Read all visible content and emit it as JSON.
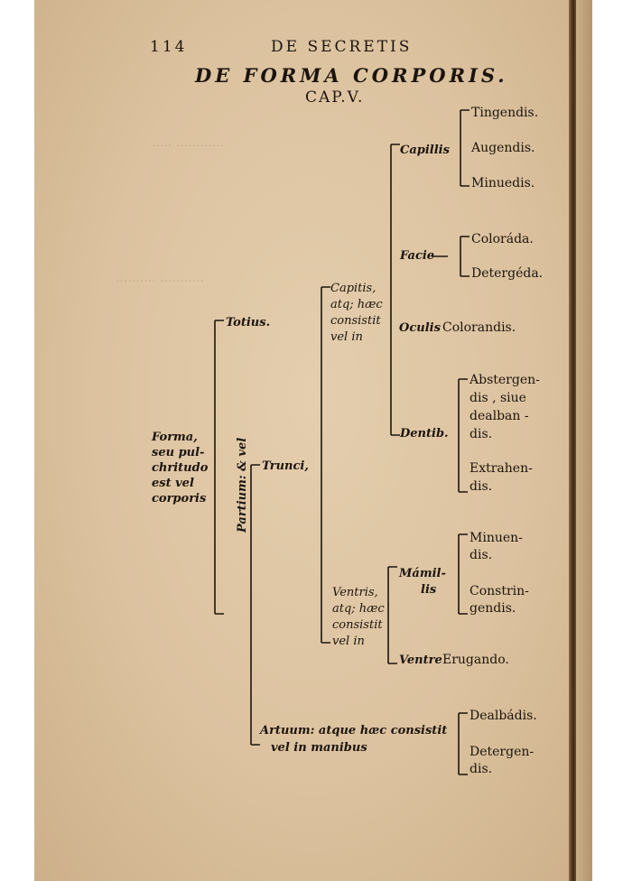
{
  "header": {
    "page_number": "114",
    "running_title": "DE SECRETIS",
    "title": "DE FORMA CORPORIS.",
    "chapter": "CAP.V."
  },
  "tree": {
    "root": [
      "Forma,",
      "seu pul-",
      "chritudo",
      "est vel",
      "corporis"
    ],
    "totius": "Totius.",
    "partium": "Partium: & vel",
    "capitis": [
      "Capitis,",
      "atq; hæc",
      "consistit",
      "vel in"
    ],
    "capilli": "Capillis",
    "capilli_items": [
      "Tingendis.",
      "Augendis.",
      "Minuedis."
    ],
    "facie": "Facie",
    "facie_items": [
      "Coloráda.",
      "Detergéda."
    ],
    "oculis": "Oculis",
    "oculis_item": "Colorandis.",
    "dentibus": "Dentib.",
    "dentibus_items": [
      "Abstergen-",
      "dis , siue",
      "dealban -",
      "dis.",
      "Extrahen-",
      "dis."
    ],
    "trunci": "Trunci,",
    "ventris": [
      "Ventris,",
      "atq; hæc",
      "consistit",
      "vel in"
    ],
    "mamillis": [
      "Mámil-",
      "lis"
    ],
    "mamillis_items": [
      "Minuen-",
      "dis.",
      "Constrin-",
      "gendis."
    ],
    "ventre_label": "Ventre",
    "ventre_item": "Erugando.",
    "artuum": [
      "Artuum: atque hæc consistit",
      "vel in manibus"
    ],
    "artuum_items": [
      "Dealbádis.",
      "Detergen-",
      "dis."
    ]
  }
}
